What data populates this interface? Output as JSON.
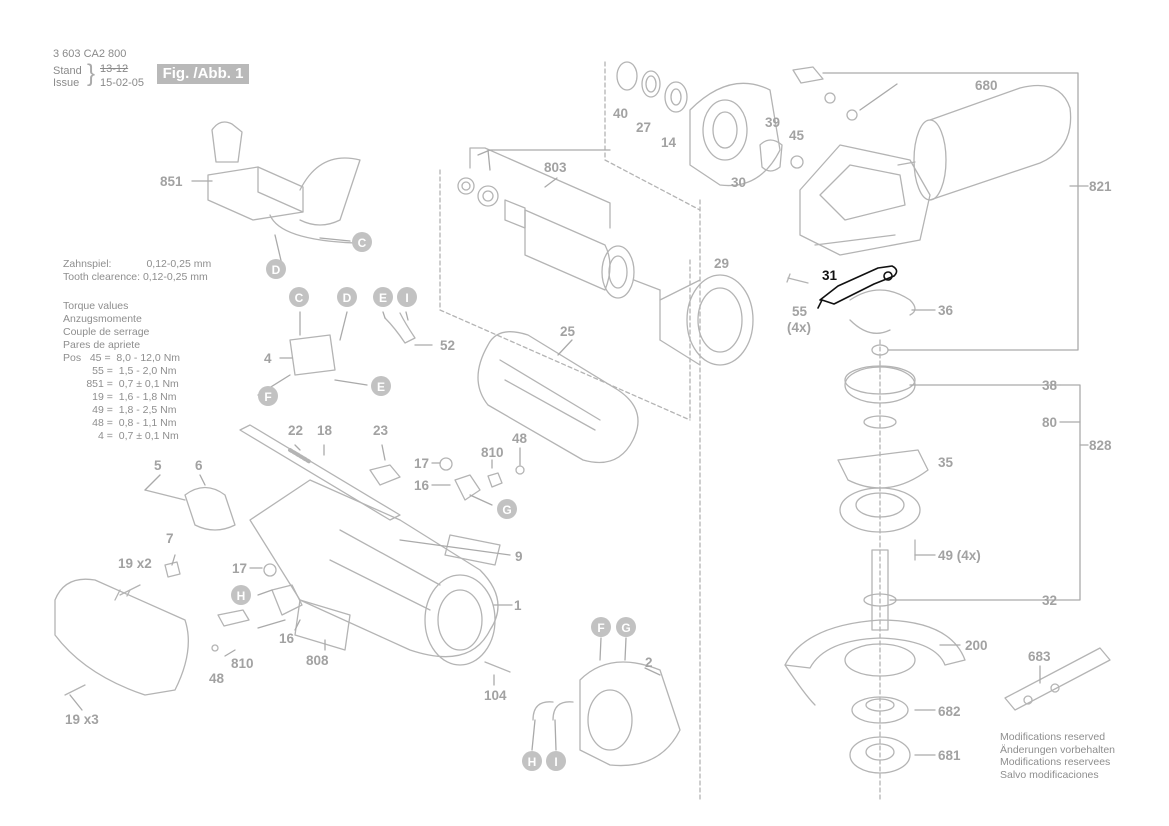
{
  "header": {
    "doc_number": "3 603 CA2 800",
    "stand_label": "Stand",
    "issue_label": "Issue",
    "stand_value": "13-12",
    "issue_date": "15-02-05",
    "figure_label": "Fig. /Abb. 1"
  },
  "tooth_clearance": {
    "line1": "Zahnspiel:            0,12-0,25 mm",
    "line2": "Tooth clearence: 0,12-0,25 mm"
  },
  "torque": {
    "titles": [
      "Torque values",
      "Anzugsmomente",
      "Couple de serrage",
      "Pares de apriete"
    ],
    "rows": [
      "Pos   45 =  8,0 - 12,0 Nm",
      "          55 =  1,5 - 2,0 Nm",
      "        851 =  0,7 ± 0,1 Nm",
      "          19 =  1,6 - 1,8 Nm",
      "          49 =  1,8 - 2,5 Nm",
      "          48 =  0,8 - 1,1 Nm",
      "            4 =  0,7 ± 0,1 Nm"
    ]
  },
  "part_labels": [
    {
      "id": "851",
      "text": "851"
    },
    {
      "id": "4",
      "text": "4"
    },
    {
      "id": "52",
      "text": "52"
    },
    {
      "id": "803",
      "text": "803"
    },
    {
      "id": "40",
      "text": "40"
    },
    {
      "id": "27",
      "text": "27"
    },
    {
      "id": "14",
      "text": "14"
    },
    {
      "id": "39",
      "text": "39"
    },
    {
      "id": "45",
      "text": "45"
    },
    {
      "id": "30",
      "text": "30"
    },
    {
      "id": "680",
      "text": "680"
    },
    {
      "id": "821",
      "text": "821"
    },
    {
      "id": "29",
      "text": "29"
    },
    {
      "id": "31",
      "text": "31"
    },
    {
      "id": "55",
      "text": "55"
    },
    {
      "id": "55x",
      "text": "(4x)"
    },
    {
      "id": "36",
      "text": "36"
    },
    {
      "id": "25",
      "text": "25"
    },
    {
      "id": "22",
      "text": "22"
    },
    {
      "id": "18",
      "text": "18"
    },
    {
      "id": "23",
      "text": "23"
    },
    {
      "id": "17a",
      "text": "17"
    },
    {
      "id": "810a",
      "text": "810"
    },
    {
      "id": "48a",
      "text": "48"
    },
    {
      "id": "16a",
      "text": "16"
    },
    {
      "id": "5",
      "text": "5"
    },
    {
      "id": "6",
      "text": "6"
    },
    {
      "id": "7",
      "text": "7"
    },
    {
      "id": "9",
      "text": "9"
    },
    {
      "id": "19a",
      "text": "19  x2"
    },
    {
      "id": "17b",
      "text": "17"
    },
    {
      "id": "1",
      "text": "1"
    },
    {
      "id": "16b",
      "text": "16"
    },
    {
      "id": "810b",
      "text": "810"
    },
    {
      "id": "808",
      "text": "808"
    },
    {
      "id": "48b",
      "text": "48"
    },
    {
      "id": "19b",
      "text": "19  x3"
    },
    {
      "id": "104",
      "text": "104"
    },
    {
      "id": "2",
      "text": "2"
    },
    {
      "id": "38",
      "text": "38"
    },
    {
      "id": "80",
      "text": "80"
    },
    {
      "id": "828",
      "text": "828"
    },
    {
      "id": "35",
      "text": "35"
    },
    {
      "id": "49",
      "text": "49  (4x)"
    },
    {
      "id": "32",
      "text": "32"
    },
    {
      "id": "200",
      "text": "200"
    },
    {
      "id": "683",
      "text": "683"
    },
    {
      "id": "682",
      "text": "682"
    },
    {
      "id": "681",
      "text": "681"
    }
  ],
  "connectors": [
    {
      "id": "c1",
      "text": "C"
    },
    {
      "id": "d1",
      "text": "D"
    },
    {
      "id": "c2",
      "text": "C"
    },
    {
      "id": "d2",
      "text": "D"
    },
    {
      "id": "e1",
      "text": "E"
    },
    {
      "id": "i1",
      "text": "I"
    },
    {
      "id": "f1",
      "text": "F"
    },
    {
      "id": "e2",
      "text": "E"
    },
    {
      "id": "g1",
      "text": "G"
    },
    {
      "id": "h1",
      "text": "H"
    },
    {
      "id": "f2",
      "text": "F"
    },
    {
      "id": "g2",
      "text": "G"
    },
    {
      "id": "h2",
      "text": "H"
    },
    {
      "id": "i2",
      "text": "I"
    }
  ],
  "modifications": [
    "Modifications reserved",
    "Änderungen vorbehalten",
    "Modifications reservees",
    "Salvo modificaciones"
  ],
  "colors": {
    "line": "#b0b0b0",
    "label": "#a2a2a2",
    "connector": "#bdbdbd",
    "highlight": "#111111",
    "figure_box": "#b9b9b9"
  }
}
